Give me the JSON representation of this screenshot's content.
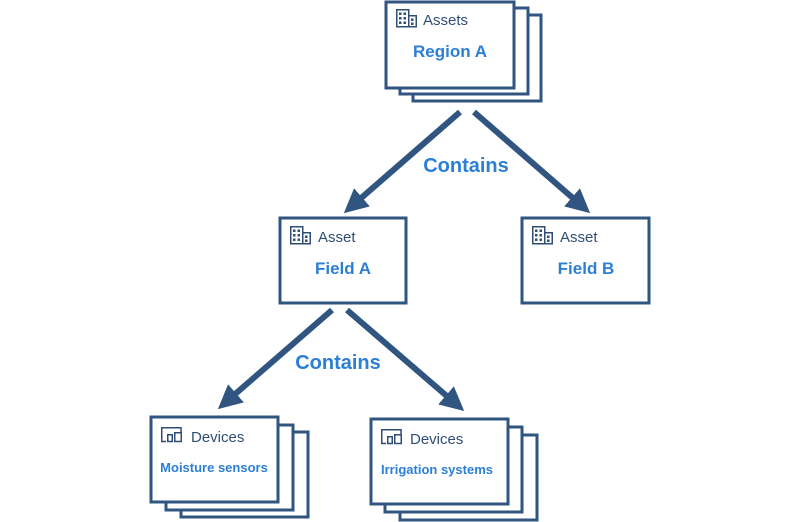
{
  "colors": {
    "box_stroke": "#2f5580",
    "type_text": "#2f4e75",
    "name_text": "#2b7fd6",
    "arrow": "#2f5580"
  },
  "nodes": {
    "region_a": {
      "type": "Assets",
      "name": "Region A",
      "icon": "building-icon"
    },
    "field_a": {
      "type": "Asset",
      "name": "Field A",
      "icon": "building-icon"
    },
    "field_b": {
      "type": "Asset",
      "name": "Field B",
      "icon": "building-icon"
    },
    "moisture": {
      "type": "Devices",
      "name": "Moisture sensors",
      "icon": "devices-icon"
    },
    "irrigation": {
      "type": "Devices",
      "name": "Irrigation systems",
      "icon": "devices-icon"
    }
  },
  "edges": {
    "top_label": "Contains",
    "bottom_label": "Contains"
  }
}
